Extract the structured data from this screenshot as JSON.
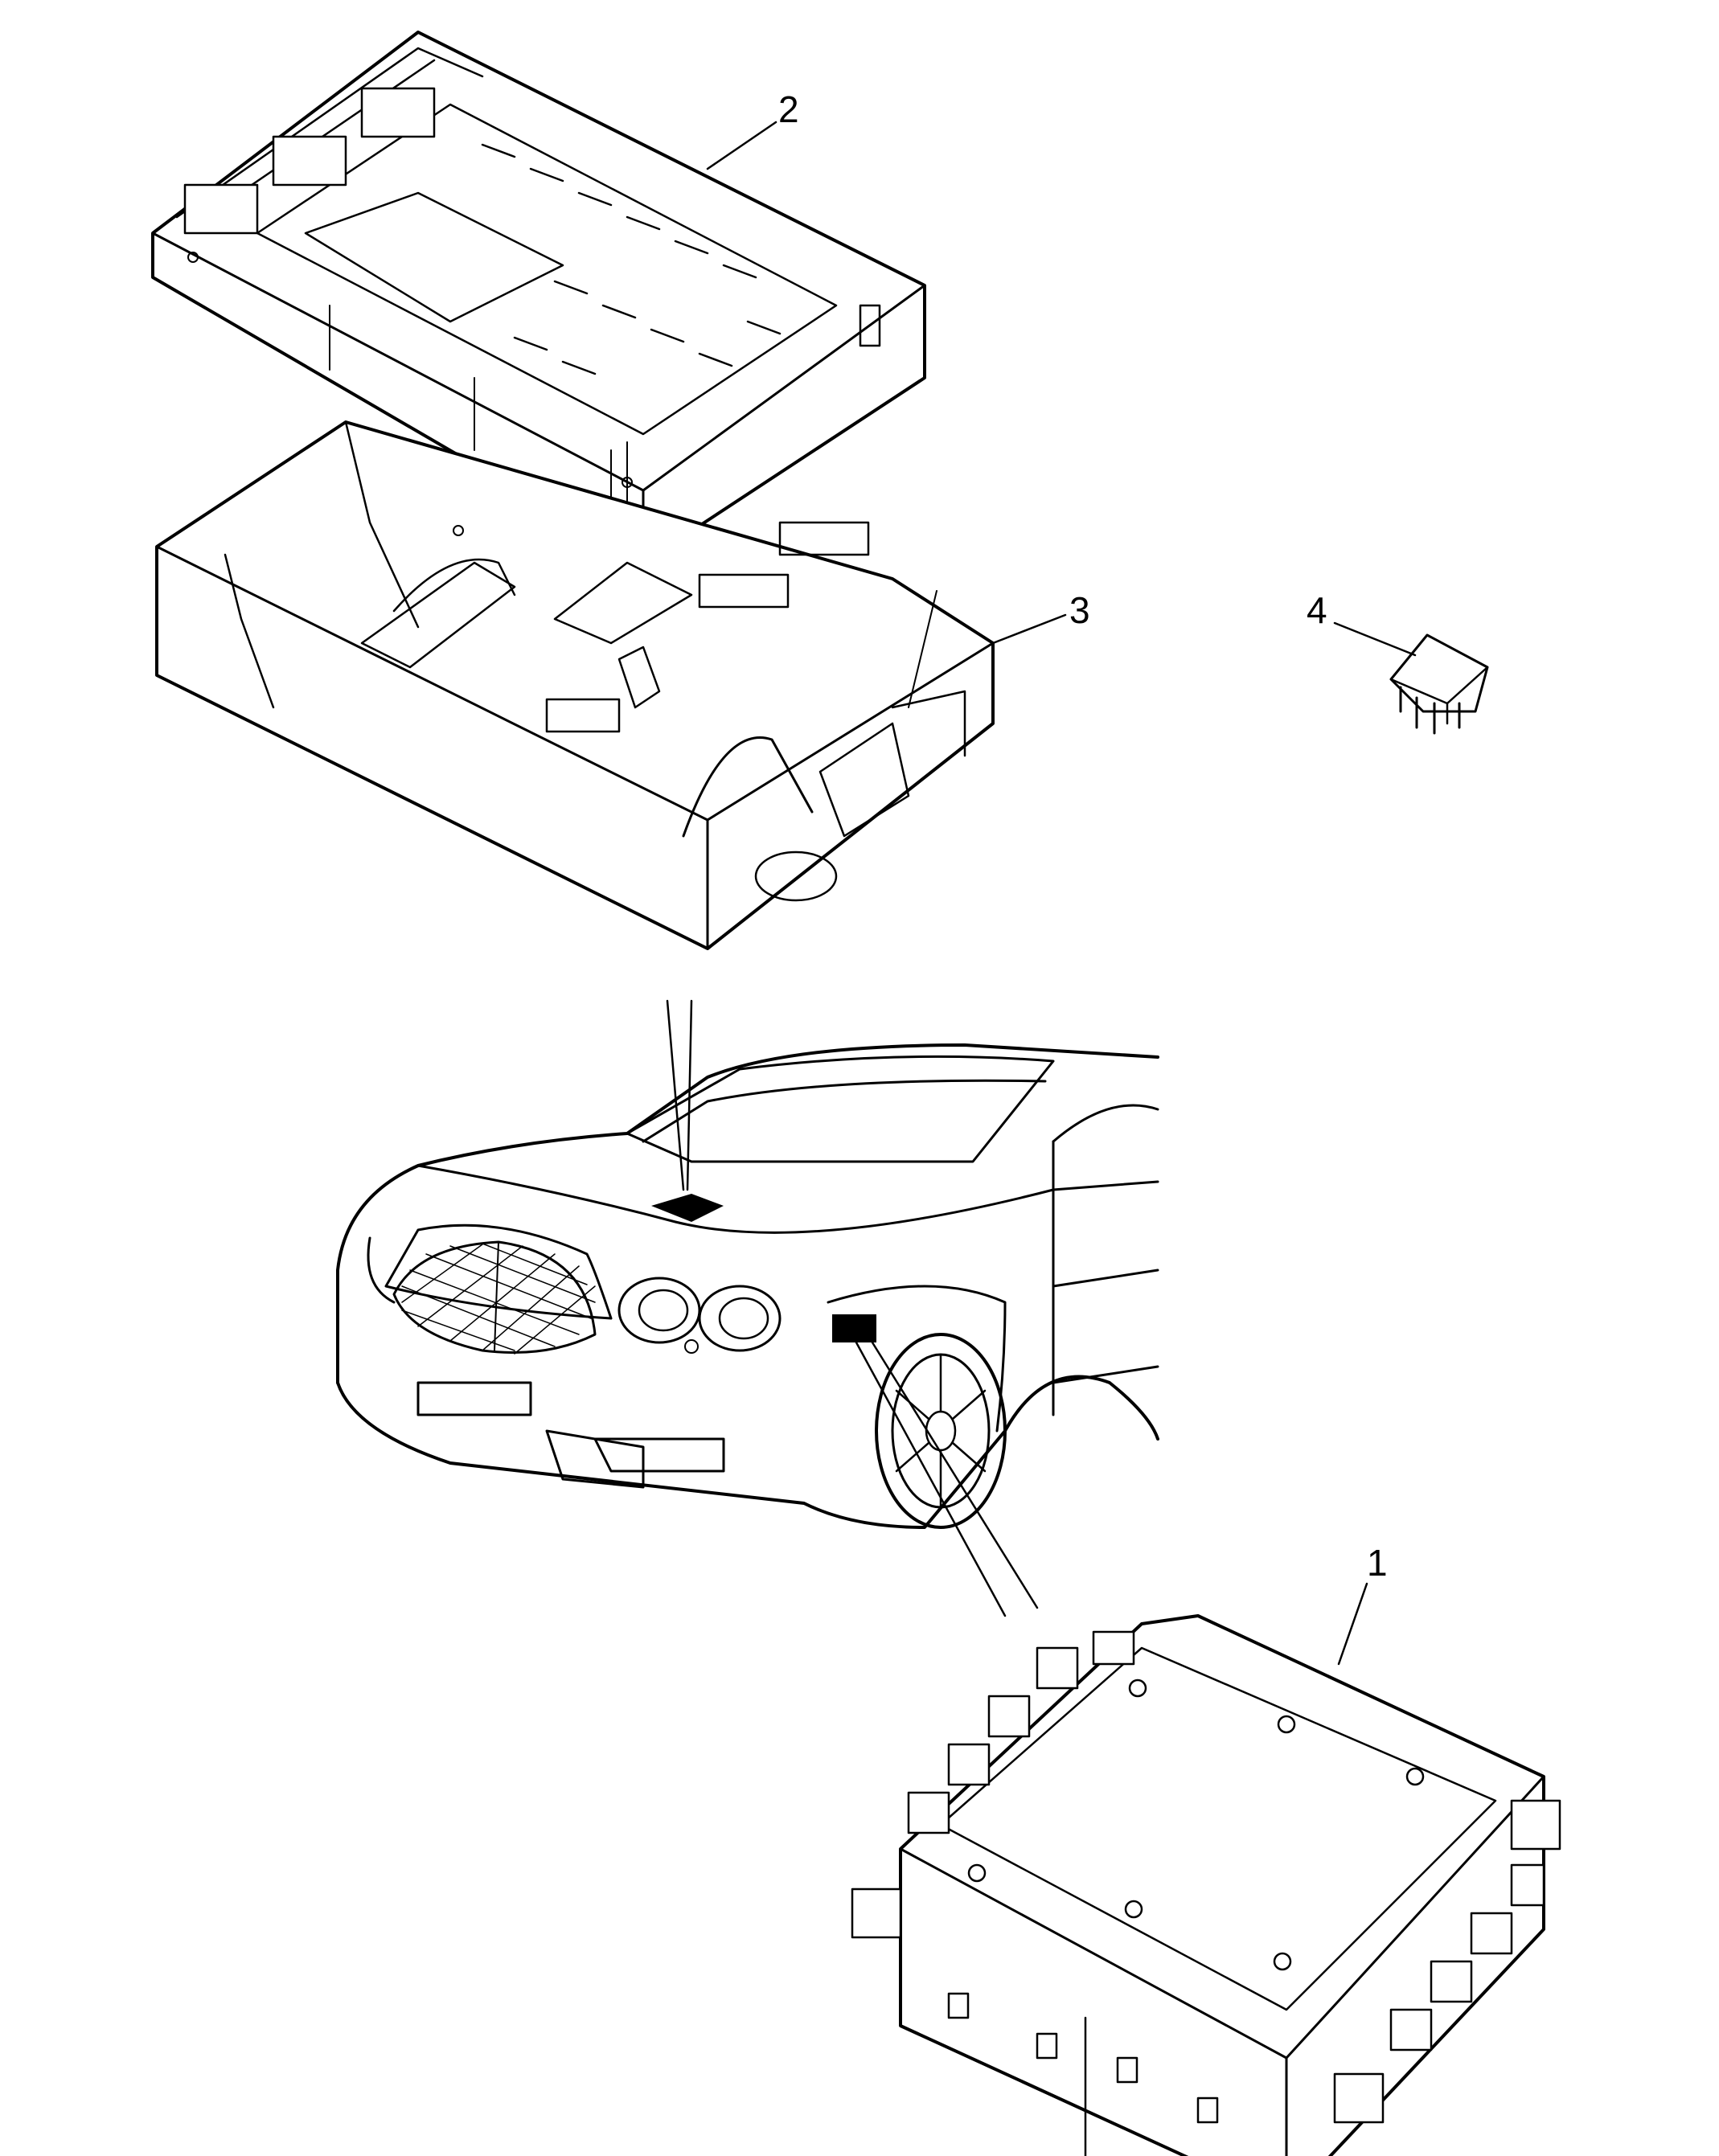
{
  "diagram": {
    "callouts": [
      {
        "id": "part-2",
        "label": "2"
      },
      {
        "id": "part-3",
        "label": "3"
      },
      {
        "id": "part-4",
        "label": "4"
      },
      {
        "id": "part-1",
        "label": "1"
      }
    ],
    "colors": {
      "line": "#000000",
      "background": "#ffffff"
    },
    "parts": [
      "control-module-housing",
      "fuse-relay-carrier",
      "relay",
      "body-control-module",
      "vehicle-front-view"
    ]
  }
}
